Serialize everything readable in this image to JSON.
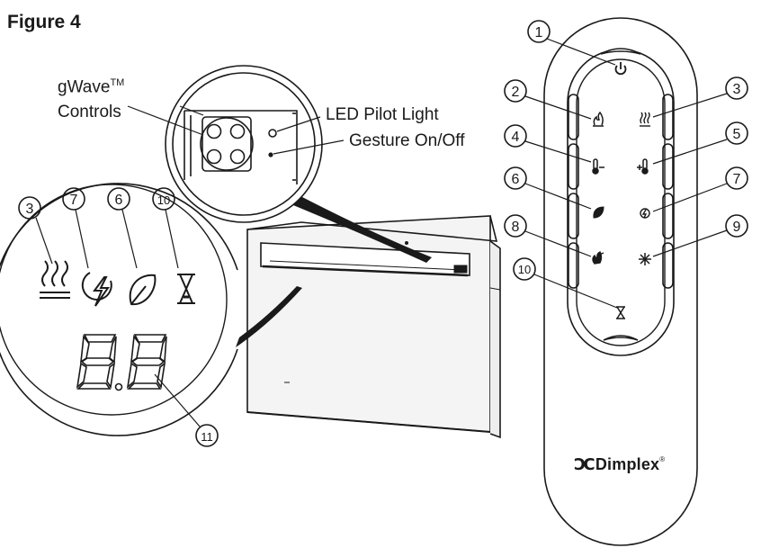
{
  "figure_title": "Figure 4",
  "labels": {
    "gwave_main": "gWave",
    "gwave_sup": "TM",
    "gwave_line2": "Controls",
    "led_pilot": "LED Pilot Light",
    "gesture": "Gesture On/Off"
  },
  "display_callouts": [
    "3",
    "7",
    "6",
    "10",
    "11"
  ],
  "remote_callouts": [
    "1",
    "2",
    "3",
    "4",
    "5",
    "6",
    "7",
    "8",
    "9",
    "10"
  ],
  "brand": "Dimplex",
  "brand_mark": "Ɔ",
  "brand_reg": "®",
  "icons": [
    "power-icon",
    "flame-icon",
    "heat-icon",
    "temp-down-icon",
    "temp-up-icon",
    "eco-leaf-icon",
    "boost-icon",
    "flame-color-icon",
    "ambient-light-icon",
    "timer-icon"
  ]
}
